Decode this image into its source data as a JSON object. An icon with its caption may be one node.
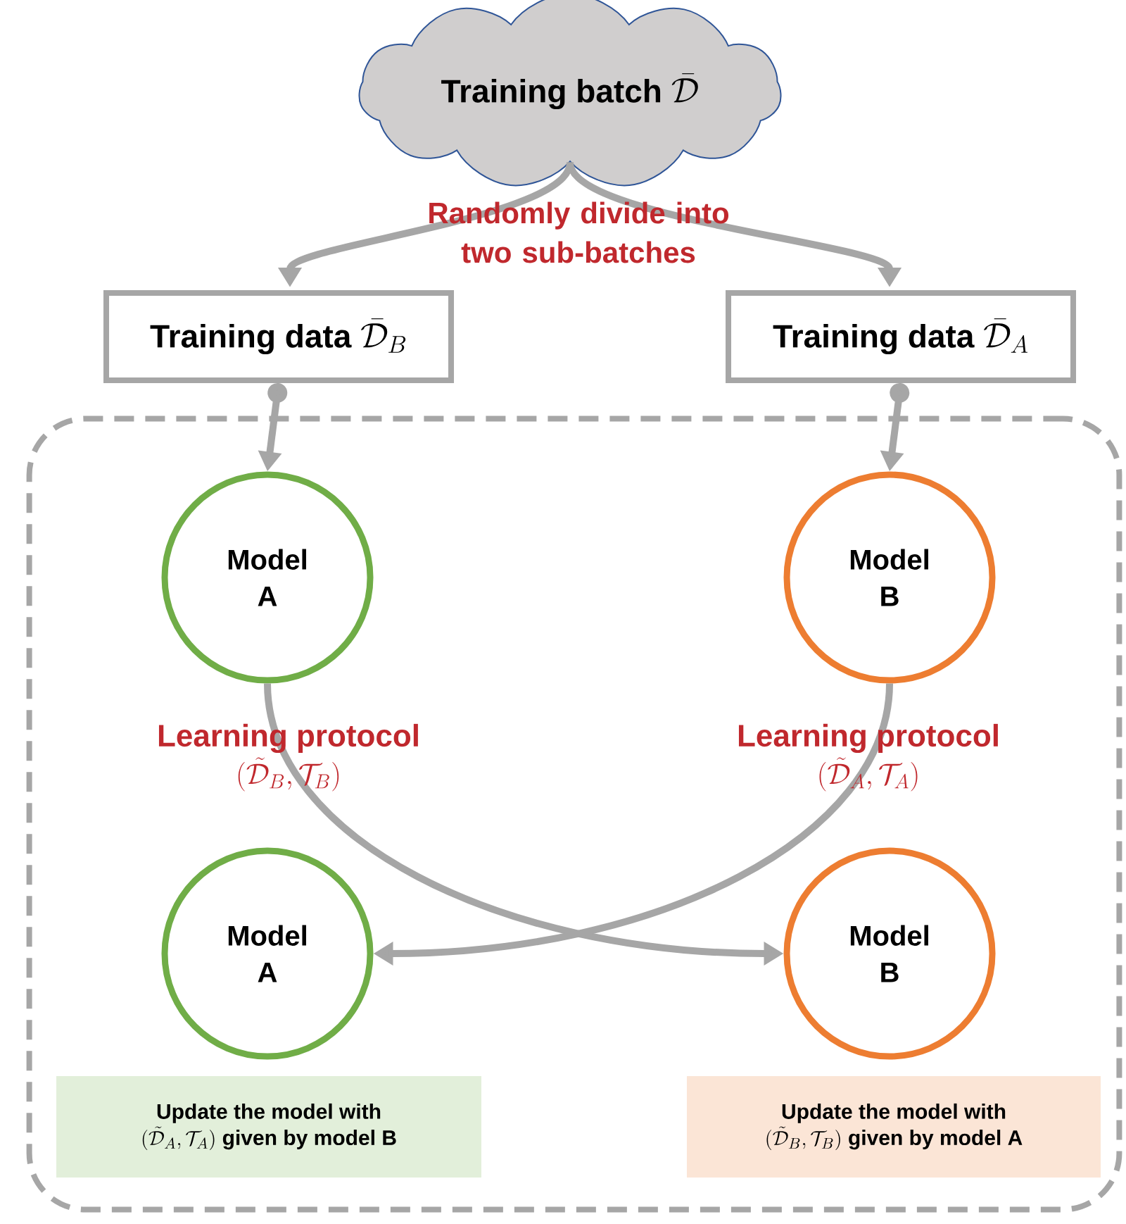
{
  "diagram": {
    "nodes": [
      {
        "text": [
          "\\text{Training batch }\\bar{\\mathcal{D}}"
        ]
      },
      {
        "text": [
          "\\text{Training data }\\bar{\\mathcal{D}}_{B}"
        ]
      },
      {
        "text": [
          "\\text{Training data }\\bar{\\mathcal{D}}_{A}"
        ]
      },
      {
        "text": [],
        "shape": "box"
      },
      {
        "text": [
          "Model A"
        ],
        "in": 3
      },
      {
        "text": [
          "Model B"
        ],
        "in": 3
      },
      {
        "text": [
          "Model A"
        ],
        "in": 3
      },
      {
        "text": [
          "Model B"
        ],
        "in": 3
      },
      {
        "text": [
          "\\begin{array}{c}\\text{Update the model with}\\\\(\\tilde{\\mathcal{D}}_{A},\\mathcal{T}_{A})\\text{ given by model B}\\end{array}"
        ],
        "in": 3
      },
      {
        "text": [
          "\\begin{array}{c}\\text{Update the model with}\\\\(\\tilde{\\mathcal{D}}_{B},\\mathcal{T}_{B})\\text{ given by model A}\\end{array}"
        ],
        "in": 3
      }
    ],
    "edges": [
      {
        "from": 0,
        "to": 1,
        "arrow": "to"
      },
      {
        "from": 0,
        "to": 2,
        "arrow": "to"
      },
      {
        "from": 1,
        "to": 4,
        "arrow": "to"
      },
      {
        "from": 2,
        "to": 5,
        "arrow": "to"
      },
      {
        "from": 4,
        "to": 7,
        "arrow": "to",
        "label": "\\begin{array}{c}\\text{Learning protocol}\\\\(\\tilde{\\mathcal{D}}_{B},\\mathcal{T}_{B})\\end{array}"
      },
      {
        "from": 5,
        "to": 6,
        "arrow": "to",
        "label": "\\begin{array}{c}\\text{Learning protocol}\\\\(\\tilde{\\mathcal{D}}_{A},\\mathcal{T}_{A})\\end{array}"
      }
    ],
    "labels": [
      "Randomly divide into two sub-batches"
    ]
  }
}
